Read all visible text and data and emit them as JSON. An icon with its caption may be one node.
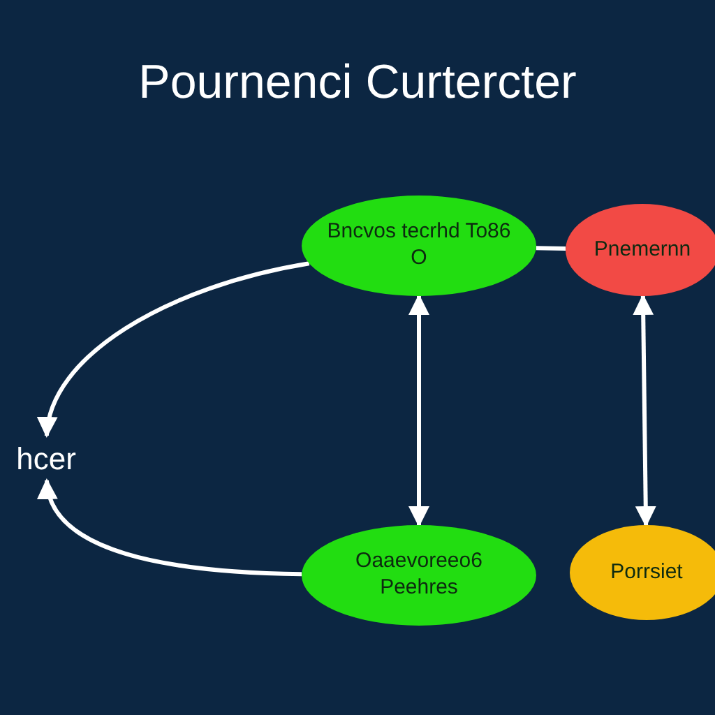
{
  "diagram": {
    "title": "Pournenci Curtercter",
    "nodes": [
      {
        "text": [
          "Bncvos tecrhd To86 O"
        ]
      },
      {
        "text": [
          "Pnemernn"
        ]
      },
      {
        "text": [
          "hcer"
        ]
      },
      {
        "text": [
          "Oaaevoreeo6 Peehres"
        ]
      },
      {
        "text": [
          "Porrsiet"
        ]
      }
    ],
    "edges": [
      {
        "from": 0,
        "to": 1,
        "arrow": "none"
      },
      {
        "from": 0,
        "to": 2,
        "arrow": "to"
      },
      {
        "from": 3,
        "to": 2,
        "arrow": "to"
      },
      {
        "from": 0,
        "to": 3,
        "arrow": "both"
      },
      {
        "from": 1,
        "to": 4,
        "arrow": "both"
      }
    ]
  }
}
